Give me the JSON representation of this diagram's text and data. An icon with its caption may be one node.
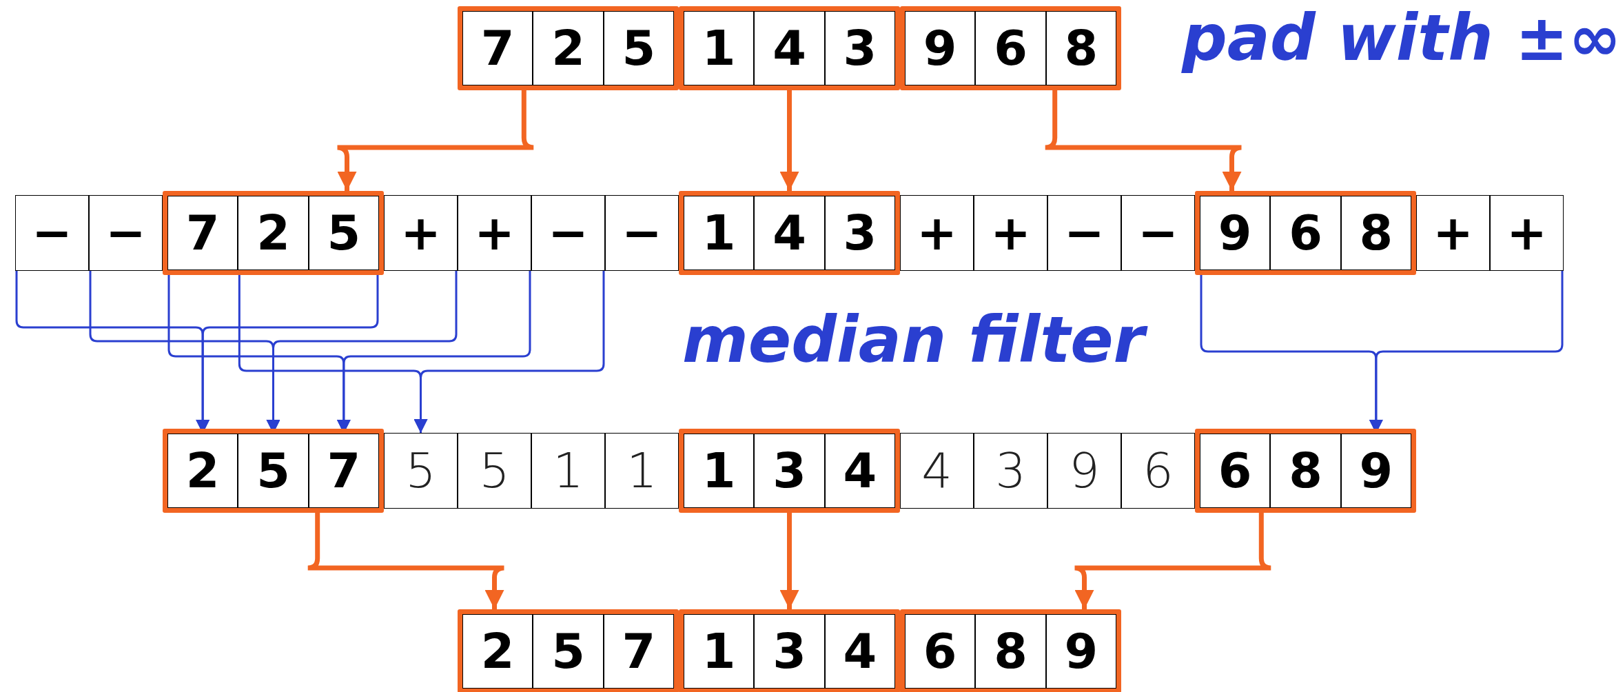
{
  "diagram": {
    "nodes": [
      {
        "text": [],
        "shape": "box"
      },
      {
        "text": [
          "7"
        ],
        "in": 0
      },
      {
        "text": [
          "2"
        ],
        "in": 0
      },
      {
        "text": [
          "5"
        ],
        "in": 0
      },
      {
        "text": [],
        "shape": "box"
      },
      {
        "text": [
          "1"
        ],
        "in": 4
      },
      {
        "text": [
          "4"
        ],
        "in": 4
      },
      {
        "text": [
          "3"
        ],
        "in": 4
      },
      {
        "text": [],
        "shape": "box"
      },
      {
        "text": [
          "9"
        ],
        "in": 8
      },
      {
        "text": [
          "6"
        ],
        "in": 8
      },
      {
        "text": [
          "8"
        ],
        "in": 8
      },
      {
        "text": [
          "−"
        ]
      },
      {
        "text": [
          "−"
        ]
      },
      {
        "text": [],
        "shape": "box"
      },
      {
        "text": [
          "7"
        ],
        "in": 14
      },
      {
        "text": [
          "2"
        ],
        "in": 14
      },
      {
        "text": [
          "5"
        ],
        "in": 14
      },
      {
        "text": [
          "+"
        ]
      },
      {
        "text": [
          "+"
        ]
      },
      {
        "text": [
          "−"
        ]
      },
      {
        "text": [
          "−"
        ]
      },
      {
        "text": [],
        "shape": "box"
      },
      {
        "text": [
          "1"
        ],
        "in": 22
      },
      {
        "text": [
          "4"
        ],
        "in": 22
      },
      {
        "text": [
          "3"
        ],
        "in": 22
      },
      {
        "text": [
          "+"
        ]
      },
      {
        "text": [
          "+"
        ]
      },
      {
        "text": [
          "−"
        ]
      },
      {
        "text": [
          "−"
        ]
      },
      {
        "text": [],
        "shape": "box"
      },
      {
        "text": [
          "9"
        ],
        "in": 30
      },
      {
        "text": [
          "6"
        ],
        "in": 30
      },
      {
        "text": [
          "8"
        ],
        "in": 30
      },
      {
        "text": [
          "+"
        ]
      },
      {
        "text": [
          "+"
        ]
      },
      {
        "text": [],
        "shape": "box"
      },
      {
        "text": [
          "2"
        ],
        "in": 36
      },
      {
        "text": [
          "5"
        ],
        "in": 36
      },
      {
        "text": [
          "7"
        ],
        "in": 36
      },
      {
        "text": [
          "5"
        ]
      },
      {
        "text": [
          "5"
        ]
      },
      {
        "text": [
          "1"
        ]
      },
      {
        "text": [
          "1"
        ]
      },
      {
        "text": [],
        "shape": "box"
      },
      {
        "text": [
          "1"
        ],
        "in": 44
      },
      {
        "text": [
          "3"
        ],
        "in": 44
      },
      {
        "text": [
          "4"
        ],
        "in": 44
      },
      {
        "text": [
          "4"
        ]
      },
      {
        "text": [
          "3"
        ]
      },
      {
        "text": [
          "9"
        ]
      },
      {
        "text": [
          "6"
        ]
      },
      {
        "text": [],
        "shape": "box"
      },
      {
        "text": [
          "6"
        ],
        "in": 52
      },
      {
        "text": [
          "8"
        ],
        "in": 52
      },
      {
        "text": [
          "9"
        ],
        "in": 52
      },
      {
        "text": [],
        "shape": "box"
      },
      {
        "text": [
          "2"
        ],
        "in": 56
      },
      {
        "text": [
          "5"
        ],
        "in": 56
      },
      {
        "text": [
          "7"
        ],
        "in": 56
      },
      {
        "text": [],
        "shape": "box"
      },
      {
        "text": [
          "1"
        ],
        "in": 60
      },
      {
        "text": [
          "3"
        ],
        "in": 60
      },
      {
        "text": [
          "4"
        ],
        "in": 60
      },
      {
        "text": [],
        "shape": "box"
      },
      {
        "text": [
          "6"
        ],
        "in": 64
      },
      {
        "text": [
          "8"
        ],
        "in": 64
      },
      {
        "text": [
          "9"
        ],
        "in": 64
      }
    ],
    "edges": [
      {
        "from": 0,
        "to": 14,
        "arrow": "to",
        "style": "thick",
        "color": "#f26522"
      },
      {
        "from": 4,
        "to": 22,
        "arrow": "to",
        "style": "thick",
        "color": "#f26522"
      },
      {
        "from": 8,
        "to": 30,
        "arrow": "to",
        "style": "thick",
        "color": "#f26522"
      },
      {
        "from": 12,
        "to": 37,
        "arrow": "to"
      },
      {
        "from": 17,
        "to": 37,
        "arrow": "to"
      },
      {
        "from": 13,
        "to": 38,
        "arrow": "to"
      },
      {
        "from": 18,
        "to": 38,
        "arrow": "to"
      },
      {
        "from": 15,
        "to": 39,
        "arrow": "to"
      },
      {
        "from": 19,
        "to": 39,
        "arrow": "to"
      },
      {
        "from": 16,
        "to": 40,
        "arrow": "to"
      },
      {
        "from": 20,
        "to": 40,
        "arrow": "to"
      },
      {
        "from": 31,
        "to": 55,
        "arrow": "to"
      },
      {
        "from": 35,
        "to": 55,
        "arrow": "to"
      },
      {
        "from": 36,
        "to": 56,
        "arrow": "to",
        "style": "thick",
        "color": "#f26522"
      },
      {
        "from": 44,
        "to": 60,
        "arrow": "to",
        "style": "thick",
        "color": "#f26522"
      },
      {
        "from": 52,
        "to": 64,
        "arrow": "to",
        "style": "thick",
        "color": "#f26522"
      }
    ],
    "labels": [
      "pad with ±∞",
      "median filter"
    ]
  }
}
